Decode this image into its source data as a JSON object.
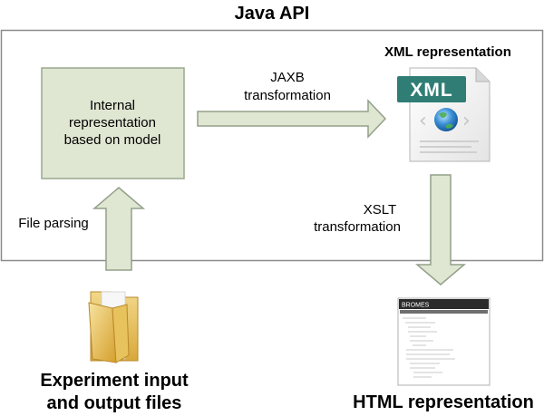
{
  "diagram": {
    "title": "Java API",
    "internal_box_label": [
      "Internal",
      "representation",
      "based on model"
    ],
    "jaxb_label": [
      "JAXB",
      "transformation"
    ],
    "xml_heading": "XML representation",
    "xml_icon_text": "XML",
    "xslt_label": [
      "XSLT",
      "transformation"
    ],
    "file_parsing_label": "File parsing",
    "experiment_label": [
      "Experiment input",
      "and output files"
    ],
    "html_heading": "HTML representation",
    "webpage_brand": "BROMES",
    "colors": {
      "frame": "#8c8c8c",
      "box_fill": "#dfe6d2",
      "box_stroke": "#9aa88e",
      "arrow_fill": "#dfe6d2",
      "arrow_stroke": "#93a089",
      "xml_badge": "#2f7d74"
    },
    "icons": [
      "xml-document-icon",
      "folder-icon",
      "webpage-thumbnail-icon",
      "globe-icon"
    ]
  }
}
